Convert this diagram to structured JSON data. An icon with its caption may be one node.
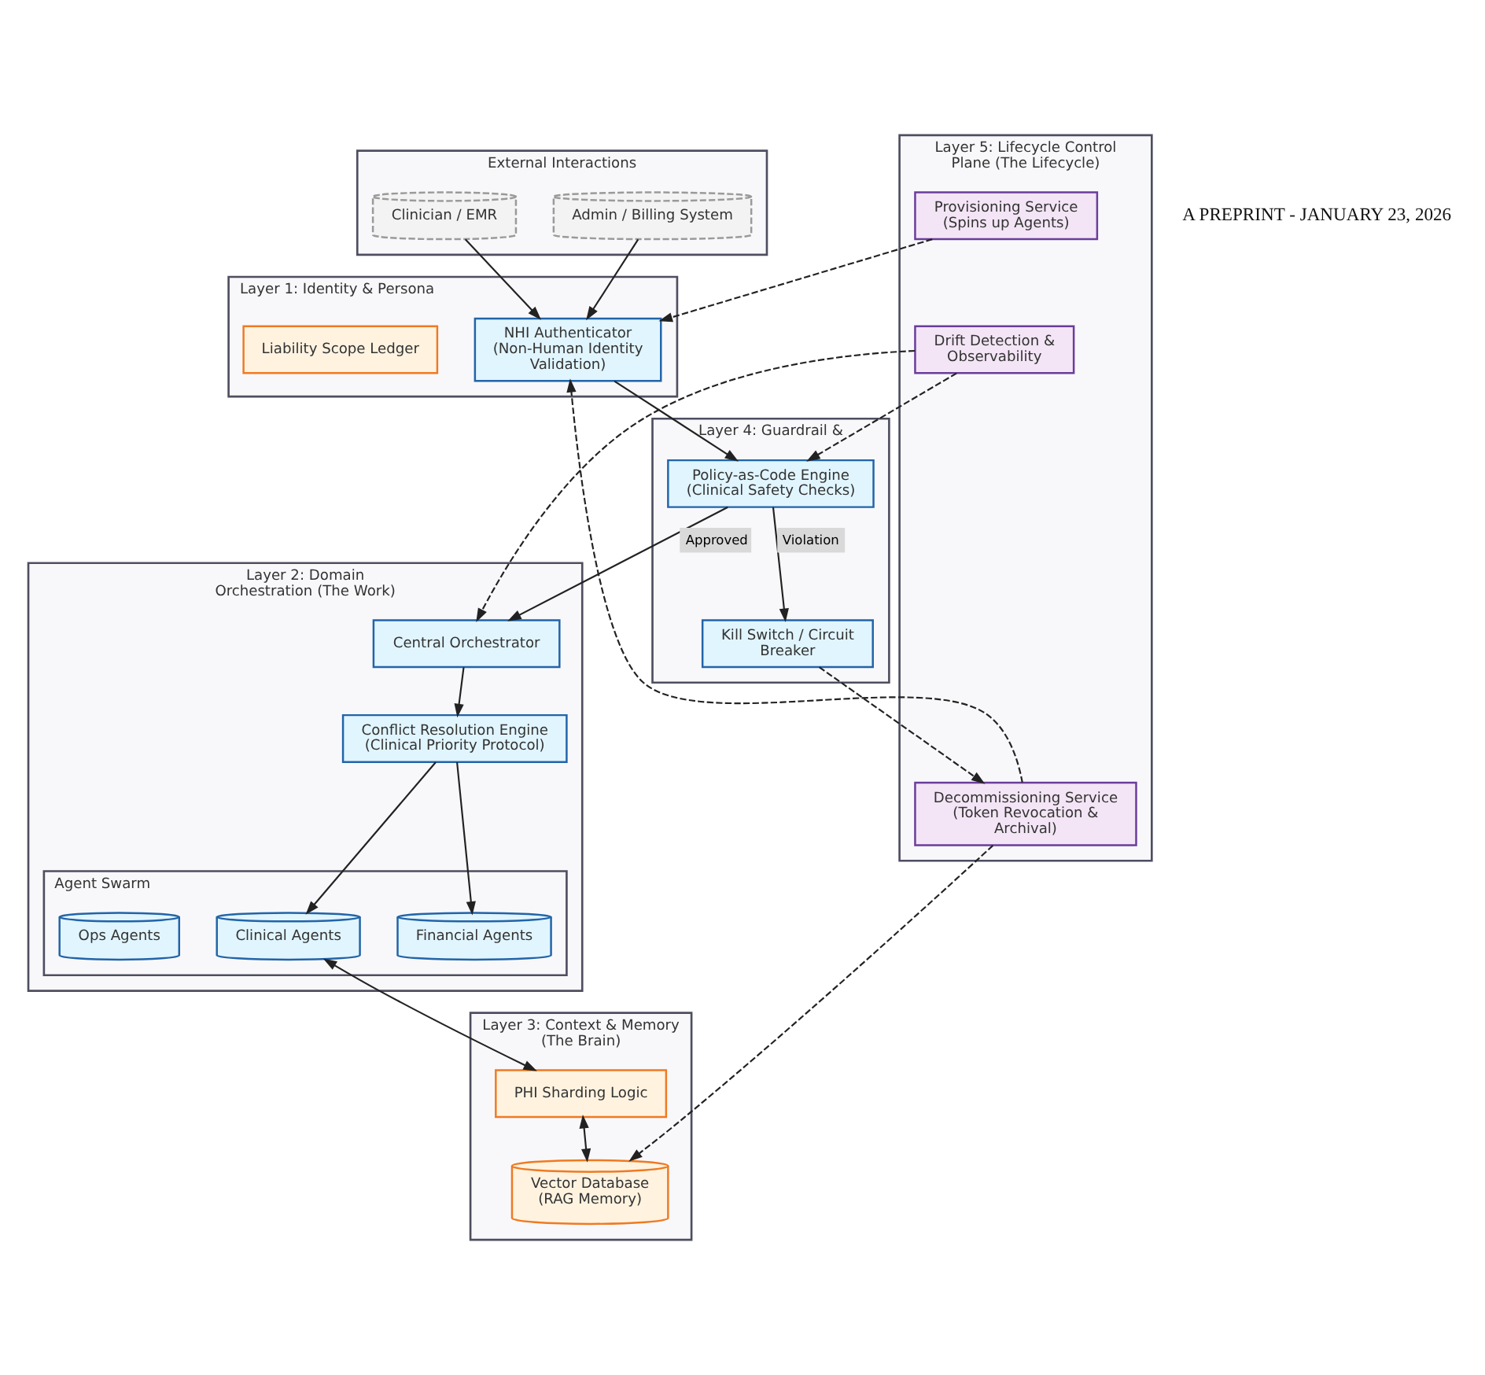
{
  "diagram": {
    "nodes": [
      {
        "text": [
          "External Interactions"
        ]
      },
      {
        "text": [
          "Clinician / EMR"
        ],
        "in": 0
      },
      {
        "text": [
          "Admin / Billing System"
        ],
        "in": 0
      },
      {
        "text": [
          "Layer 5: Lifecycle Control Plane (The Lifecycle)"
        ]
      },
      {
        "text": [
          "Provisioning Service",
          "(Spins up Agents)"
        ],
        "in": 3
      },
      {
        "text": [
          "Drift Detection & Observability"
        ],
        "in": 3
      },
      {
        "text": [
          "Decommissioning Service",
          "(Token Revocation & Archival)"
        ],
        "in": 3
      },
      {
        "text": [
          "Layer 1: Identity & Persona"
        ]
      },
      {
        "text": [
          "NHI Authenticator",
          "(Non-Human Identity Validation)"
        ],
        "in": 7
      },
      {
        "text": [
          "Liability Scope Ledger"
        ],
        "in": 7
      },
      {
        "text": [
          "Layer 4: Guardrail &"
        ]
      },
      {
        "text": [
          "Policy-as-Code Engine",
          "(Clinical Safety Checks)"
        ],
        "in": 10
      },
      {
        "text": [
          "Kill Switch / Circuit Breaker"
        ],
        "in": 10
      },
      {
        "text": [
          "Layer 2: Domain Orchestration (The Work)"
        ]
      },
      {
        "text": [
          "Central Orchestrator"
        ],
        "in": 13
      },
      {
        "text": [
          "Conflict Resolution Engine",
          "(Clinical Priority Protocol)"
        ],
        "in": 13
      },
      {
        "text": [
          "Agent Swarm"
        ],
        "in": 13
      },
      {
        "text": [
          "Clinical Agents"
        ],
        "in": 16
      },
      {
        "text": [
          "Financial Agents"
        ],
        "in": 16
      },
      {
        "text": [
          "Ops Agents"
        ],
        "in": 16
      },
      {
        "text": [
          "Layer 3: Context & Memory (The Brain)"
        ]
      },
      {
        "text": [
          "PHI Sharding Logic"
        ],
        "in": 20
      },
      {
        "text": [
          "Vector Database",
          "(RAG Memory)"
        ],
        "in": 20
      }
    ],
    "edges": [
      {
        "from": 1,
        "to": 8,
        "arrow": "to"
      },
      {
        "from": 2,
        "to": 8,
        "arrow": "to"
      },
      {
        "from": 8,
        "to": 11,
        "arrow": "to"
      },
      {
        "from": 11,
        "to": 14,
        "arrow": "to",
        "label": "Approved"
      },
      {
        "from": 11,
        "to": 12,
        "arrow": "to",
        "label": "Violation"
      },
      {
        "from": 14,
        "to": 15,
        "arrow": "to"
      },
      {
        "from": 15,
        "to": 17,
        "arrow": "to"
      },
      {
        "from": 15,
        "to": 18,
        "arrow": "to"
      },
      {
        "from": 17,
        "to": 21,
        "arrow": "both"
      },
      {
        "from": 21,
        "to": 22,
        "arrow": "both"
      },
      {
        "from": 4,
        "to": 8,
        "arrow": "to",
        "style": "dashed"
      },
      {
        "from": 5,
        "to": 11,
        "arrow": "to",
        "style": "dashed"
      },
      {
        "from": 5,
        "to": 14,
        "arrow": "to",
        "style": "dashed"
      },
      {
        "from": 6,
        "to": 8,
        "arrow": "to",
        "style": "dashed"
      },
      {
        "from": 12,
        "to": 6,
        "arrow": "to",
        "style": "dashed"
      },
      {
        "from": 6,
        "to": 22,
        "arrow": "to",
        "style": "dashed"
      }
    ],
    "labels": [
      "A PREPRINT - JANUARY 23, 2026"
    ]
  }
}
